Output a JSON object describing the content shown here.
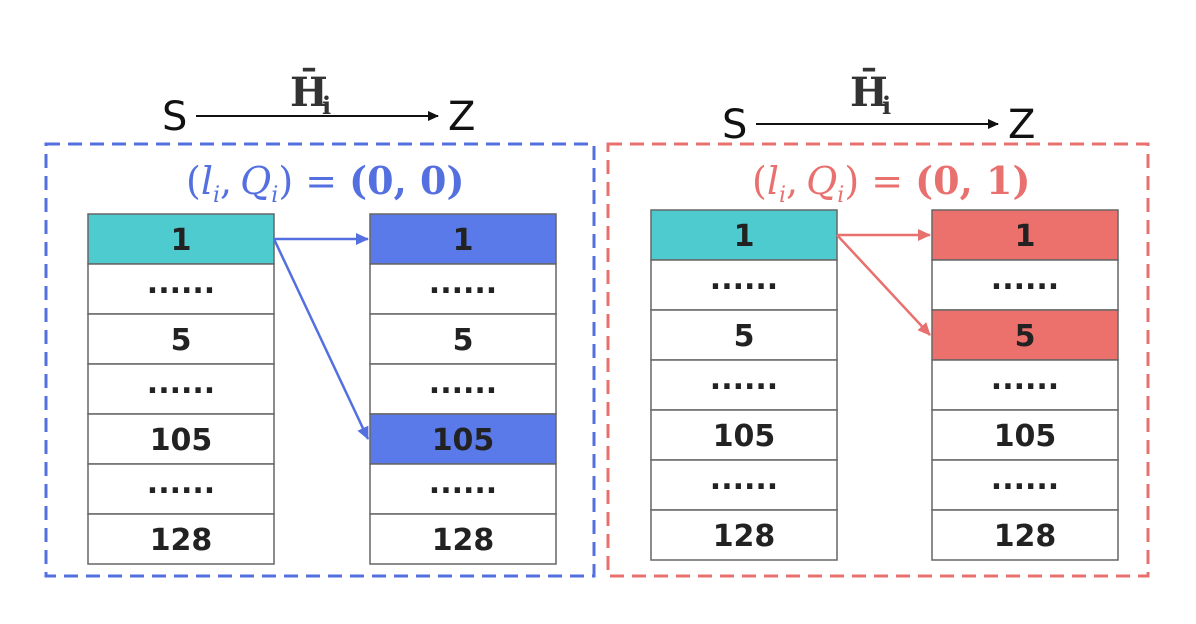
{
  "panels": [
    {
      "id": "left",
      "color": "#5470e0",
      "source_label": "S",
      "target_label": "Z",
      "mapping_symbol": "H̄",
      "mapping_subscript": "i",
      "formula": {
        "l": "l",
        "l_sub": "i",
        "sep": ",",
        "Q": "Q",
        "Q_sub": "i",
        "lparen": "(",
        "rparen": ")",
        "equals": " = ",
        "value": "(0, 0)"
      },
      "source_cells": [
        "1",
        "......",
        "5",
        "......",
        "105",
        "......",
        "128"
      ],
      "target_cells": [
        "1",
        "......",
        "5",
        "......",
        "105",
        "......",
        "128"
      ],
      "source_highlight": [
        "1"
      ],
      "target_highlight": [
        "1",
        "105"
      ],
      "highlight_source_color": "#4ecbce",
      "highlight_target_color": "#5a7aea",
      "arrows": [
        [
          "1",
          "1"
        ],
        [
          "1",
          "105"
        ]
      ]
    },
    {
      "id": "right",
      "color": "#e8706e",
      "source_label": "S",
      "target_label": "Z",
      "mapping_symbol": "H̄",
      "mapping_subscript": "i",
      "formula": {
        "l": "l",
        "l_sub": "i",
        "sep": ",",
        "Q": "Q",
        "Q_sub": "i",
        "lparen": "(",
        "rparen": ")",
        "equals": " = ",
        "value": "(0, 1)"
      },
      "source_cells": [
        "1",
        "......",
        "5",
        "......",
        "105",
        "......",
        "128"
      ],
      "target_cells": [
        "1",
        "......",
        "5",
        "......",
        "105",
        "......",
        "128"
      ],
      "source_highlight": [
        "1"
      ],
      "target_highlight": [
        "1",
        "5"
      ],
      "highlight_source_color": "#4ecbce",
      "highlight_target_color": "#ec706c",
      "arrows": [
        [
          "1",
          "1"
        ],
        [
          "1",
          "5"
        ]
      ]
    }
  ]
}
